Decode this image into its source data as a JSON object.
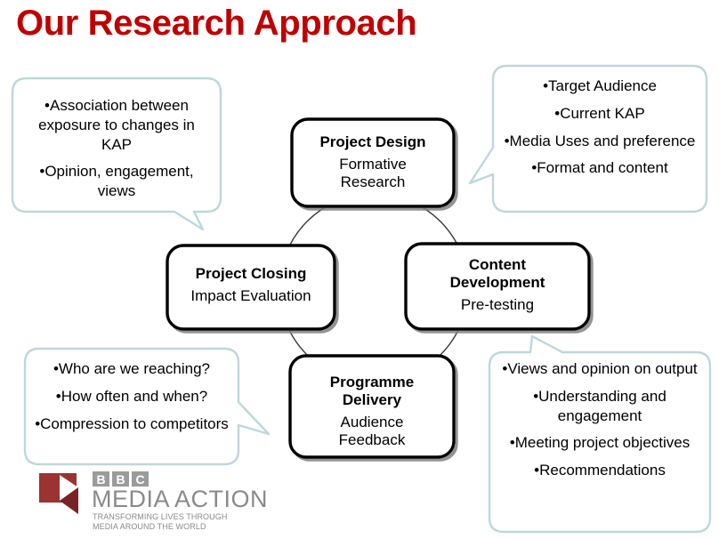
{
  "slide": {
    "title": "Our Research Approach",
    "title_color": "#C00000",
    "background": "#FFFFFF"
  },
  "colors": {
    "title_red": "#C00000",
    "callout_border": "#BDD7DD",
    "callout_fill": "#FFFFFF",
    "node_border": "#000000",
    "node_fill": "#FFFFFF",
    "cycle_ring": "#3A3A3A",
    "logo_red": "#9B3330",
    "logo_dark_red": "#7A2326",
    "logo_grey": "#8A8A8A",
    "bbc_block_grey": "#9B9B9B",
    "body_text": "#000000"
  },
  "cycle": {
    "nodes": [
      {
        "id": "project-design",
        "title": "Project Design",
        "subtitle": "Formative\nResearch"
      },
      {
        "id": "content-development",
        "title": "Content\nDevelopment",
        "subtitle": "Pre-testing"
      },
      {
        "id": "programme-delivery",
        "title": "Programme\nDelivery",
        "subtitle": "Audience\nFeedback"
      },
      {
        "id": "project-closing",
        "title": "Project Closing",
        "subtitle": "Impact Evaluation"
      }
    ]
  },
  "callouts": [
    {
      "id": "top-left",
      "tail": "bottom-right",
      "bullets": [
        "•Association between exposure to changes in KAP",
        "•Opinion, engagement, views"
      ]
    },
    {
      "id": "top-right",
      "tail": "left",
      "bullets": [
        "•Target Audience",
        "•Current KAP",
        "•Media Uses and preference",
        "•Format and content"
      ]
    },
    {
      "id": "bottom-left",
      "tail": "right",
      "bullets": [
        "•Who are we reaching?",
        "•How often and when?",
        "•Compression to competitors"
      ]
    },
    {
      "id": "bottom-right",
      "tail": "top",
      "bullets": [
        "•Views and opinion on output",
        "•Understanding and engagement",
        "•Meeting project objectives",
        "•Recommendations"
      ]
    }
  ],
  "logo": {
    "bbc_letters": [
      "B",
      "B",
      "C"
    ],
    "name": "MEDIA ACTION",
    "tagline": "TRANSFORMING LIVES THROUGH MEDIA AROUND THE WORLD"
  }
}
